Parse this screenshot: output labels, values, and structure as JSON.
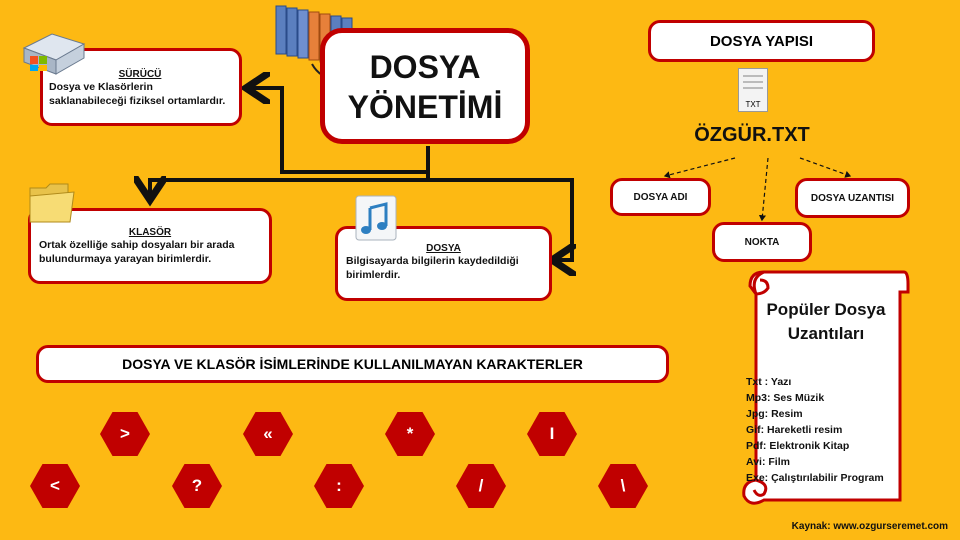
{
  "title_line1": "DOSYA",
  "title_line2": "YÖNETİMİ",
  "surucu": {
    "title": "SÜRÜCÜ",
    "text": "Dosya ve Klasörlerin saklanabileceği fiziksel ortamlardır."
  },
  "klasor": {
    "title": "KLASÖR",
    "text": "Ortak özelliğe sahip dosyaları bir arada bulundurmaya yarayan birimlerdir."
  },
  "dosya": {
    "title": "DOSYA",
    "text": "Bilgisayarda bilgilerin kaydedildiği birimlerdir."
  },
  "yapi": {
    "header": "DOSYA YAPISI",
    "icon_label": "TXT",
    "filename": "ÖZGÜR.TXT",
    "parts": {
      "name": "DOSYA ADI",
      "dot": "NOKTA",
      "ext": "DOSYA UZANTISI"
    }
  },
  "chars_header": "DOSYA VE KLASÖR İSİMLERİNDE KULLANILMAYAN KARAKTERLER",
  "chars_top": [
    ">",
    "«",
    "*",
    "I"
  ],
  "chars_bottom": [
    "<",
    "?",
    ":",
    "/",
    "\\"
  ],
  "popular": {
    "title": "Popüler Dosya Uzantıları",
    "items": [
      "Txt : Yazı",
      "Mp3: Ses Müzik",
      "Jpg: Resim",
      "Gif: Hareketli resim",
      "Pdf: Elektronik Kitap",
      "Avi: Film",
      "Exe: Çalıştırılabilir Program"
    ]
  },
  "source": "Kaynak: www.ozgurseremet.com",
  "colors": {
    "background": "#FDB913",
    "accent": "#C00000"
  }
}
